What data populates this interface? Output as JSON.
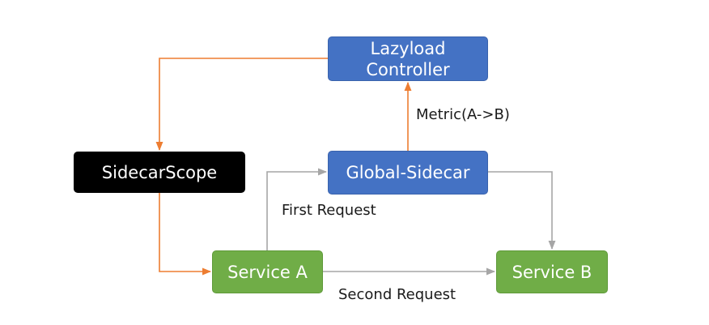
{
  "nodes": {
    "lazyload_controller": {
      "line1": "Lazyload",
      "line2": "Controller"
    },
    "global_sidecar": "Global-Sidecar",
    "sidecar_scope": "SidecarScope",
    "service_a": "Service A",
    "service_b": "Service B"
  },
  "edge_labels": {
    "metric": "Metric(A->B)",
    "first_request": "First Request",
    "second_request": "Second Request"
  },
  "colors": {
    "blue_node": "#4472c4",
    "green_node": "#70ad47",
    "black_node": "#000000",
    "orange_edge": "#ed7d31",
    "gray_edge": "#a6a6a6"
  }
}
